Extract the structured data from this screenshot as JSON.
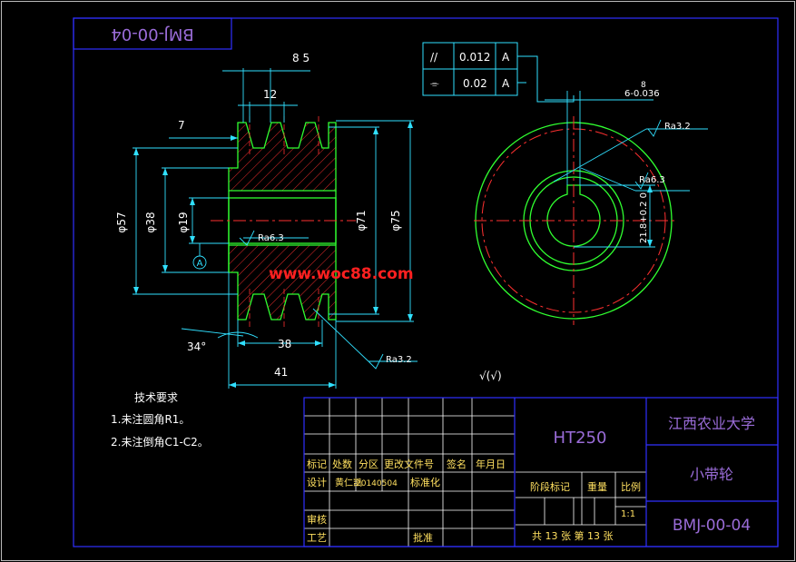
{
  "drawing_number": "BMJ-00-04",
  "dimensions": {
    "width_85": "8 5",
    "pitch_12": "12",
    "groove_7": "7",
    "dia_57": "φ57",
    "dia_38": "φ38",
    "dia_19": "φ19",
    "dia_71": "φ71",
    "dia_75": "φ75",
    "angle_34": "34°",
    "width_38": "38",
    "width_41": "41",
    "keyway_top": "8",
    "keyway_width": "6-0.036",
    "keyway_depth": "21.8+0.2 0"
  },
  "tolerances": [
    {
      "symbol": "//",
      "value": "0.012",
      "datum": "A"
    },
    {
      "symbol": "⌯",
      "value": "0.02",
      "datum": "A"
    }
  ],
  "roughness": {
    "bore": "Ra6.3",
    "groove": "Ra3.2",
    "right_top": "Ra3.2",
    "right_key": "Ra6.3",
    "general": "√(√)"
  },
  "datum_label": "A",
  "watermark": "www.woc88.com",
  "tech_requirements": {
    "title": "技术要求",
    "items": [
      "1.未注圆角R1。",
      "2.未注倒角C1-C2。"
    ]
  },
  "title_block": {
    "material": "HT250",
    "school": "江西农业大学",
    "part_name": "小带轮",
    "drawing_no": "BMJ-00-04",
    "headers": [
      "标记",
      "处数",
      "分区",
      "更改文件号",
      "签名",
      "年月日"
    ],
    "design_row": [
      "设计",
      "黄仁凯",
      "20140504",
      "标准化"
    ],
    "stage_label": "阶段标记",
    "weight_label": "重量",
    "scale_label": "比例",
    "scale_value": "1:1",
    "check_label": "审核",
    "process_label": "工艺",
    "approve_label": "批准",
    "sheets": "共 13 张 第 13 张"
  }
}
